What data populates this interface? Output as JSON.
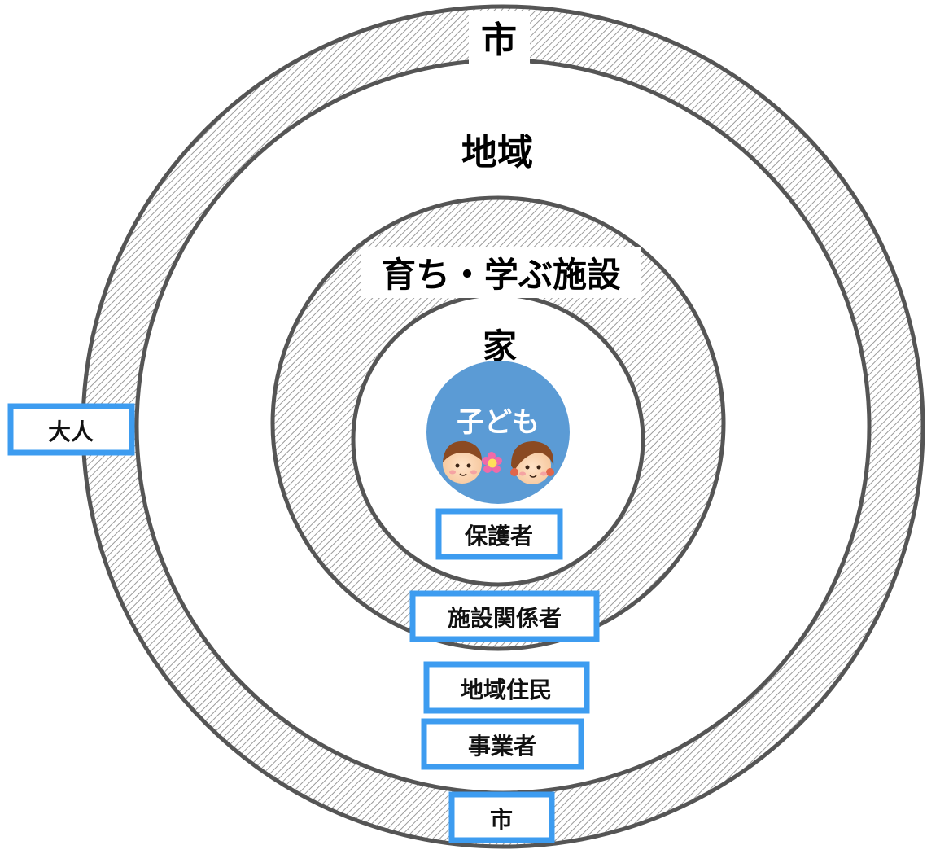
{
  "rings": {
    "city": "市",
    "region": "地域",
    "facility": "育ち・学ぶ施設",
    "home": "家",
    "child": "子ども"
  },
  "actors": {
    "adult": "大人",
    "guardian": "保護者",
    "facility_staff": "施設関係者",
    "residents": "地域住民",
    "business": "事業者",
    "city": "市"
  },
  "colors": {
    "ring_stroke": "#555555",
    "hatch": "#9a9a9a",
    "child_circle": "#5b9bd5",
    "box_border": "#3d9cf0",
    "text": "#000000"
  }
}
